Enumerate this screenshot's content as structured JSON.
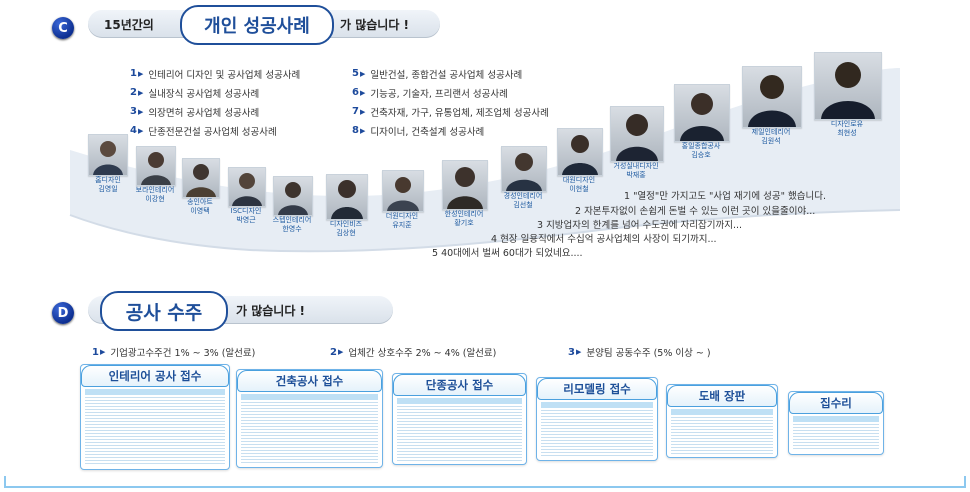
{
  "section_c": {
    "badge": "C",
    "title_pre": "15년간의",
    "title_pill": "개인 성공사례",
    "title_post": "가 많습니다 !",
    "items": [
      {
        "num": "1",
        "text": "인테리어 디자인 및 공사업체 성공사례"
      },
      {
        "num": "2",
        "text": "실내장식 공사업체 성공사례"
      },
      {
        "num": "3",
        "text": "의장면허 공사업체 성공사례"
      },
      {
        "num": "4",
        "text": "단종전문건설 공사업체 성공사례"
      },
      {
        "num": "5",
        "text": "일반건설, 종합건설 공사업체 성공사례"
      },
      {
        "num": "6",
        "text": "기능공, 기술자, 프리랜서 성공사례"
      },
      {
        "num": "7",
        "text": "건축자재, 가구, 유통업체, 제조업체 성공사례"
      },
      {
        "num": "8",
        "text": "디자이너, 건축설계 성공사례"
      }
    ],
    "people": [
      {
        "company": "홈디자인",
        "name": "김영일"
      },
      {
        "company": "보라인테리어",
        "name": "이강현"
      },
      {
        "company": "송인아트",
        "name": "이영택"
      },
      {
        "company": "ISC디자인",
        "name": "박영근"
      },
      {
        "company": "스텝인테리어",
        "name": "한영수"
      },
      {
        "company": "디자인비즈",
        "name": "김상현"
      },
      {
        "company": "더원디자인",
        "name": "유지훈"
      },
      {
        "company": "한성인테리어",
        "name": "황기호"
      },
      {
        "company": "경성인테리어",
        "name": "김선철"
      },
      {
        "company": "대원디자인",
        "name": "이현철"
      },
      {
        "company": "거성실내디자인",
        "name": "박재홍"
      },
      {
        "company": "홍일종합공사",
        "name": "김승호"
      },
      {
        "company": "제일인테리어",
        "name": "김원석"
      },
      {
        "company": "디자인로유",
        "name": "최현성"
      }
    ],
    "quotes": [
      "1    \"열정\"만 가지고도 \"사업 재기에 성공\" 했습니다.",
      "2    자본투자없이 손쉽게 돈벌 수 있는 이런 곳이 있을줄이야...",
      "3    지방업자의 한계를 넘어 수도권에 자리잡기까지...",
      "4    현장 일용직에서 수십억 공사업체의 사장이 되기까지...",
      "5    40대에서 벌써 60대가 되었네요...."
    ]
  },
  "section_d": {
    "badge": "D",
    "title_pill": "공사 수주",
    "title_post": "가 많습니다 !",
    "items": [
      {
        "num": "1",
        "text": "기업광고수주건  1% ~ 3% (알선료)"
      },
      {
        "num": "2",
        "text": "업체간 상호수주 2% ~ 4% (알선료)"
      },
      {
        "num": "3",
        "text": "분양팀 공동수주 (5% 이상 ~ )"
      }
    ],
    "boards": [
      "인테리어 공사 접수",
      "건축공사 접수",
      "단종공사 접수",
      "리모델링 접수",
      "도배 장판",
      "집수리"
    ]
  },
  "colors": {
    "navy": "#0d2f91",
    "accent": "#1f4f9a",
    "wave": "#e6ecf3",
    "border": "#6fb3e8"
  }
}
